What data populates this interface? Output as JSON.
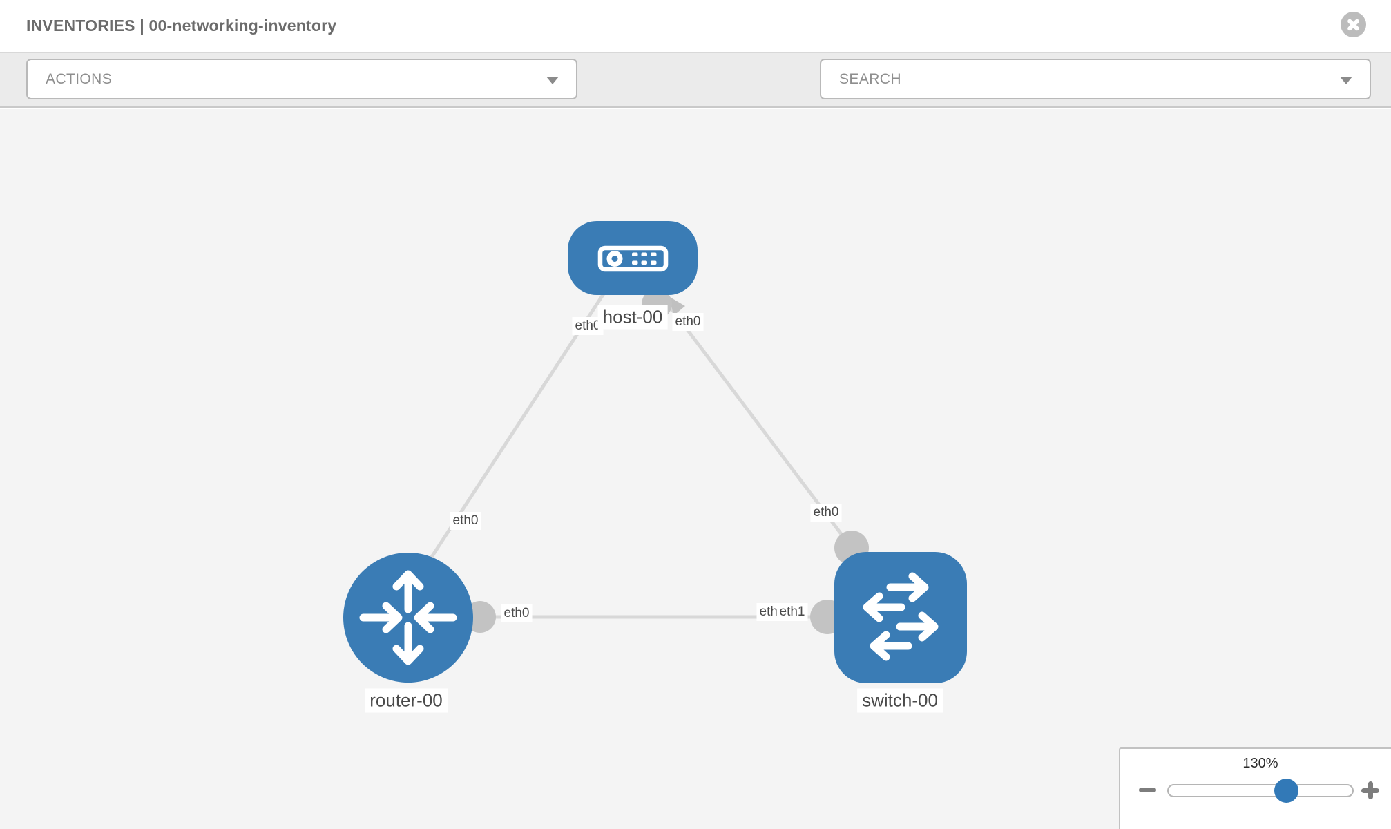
{
  "header": {
    "title": "INVENTORIES | 00-networking-inventory"
  },
  "toolbar": {
    "actions_dropdown": {
      "placeholder": "ACTIONS"
    },
    "search_dropdown": {
      "placeholder": "SEARCH"
    },
    "icons": [
      "wrench-icon",
      "key-icon"
    ]
  },
  "topology": {
    "nodes": [
      {
        "id": "host-00",
        "type": "host",
        "label": "host-00",
        "shape": "rounded-rectangle",
        "color": "#3a7cb5"
      },
      {
        "id": "router-00",
        "type": "router",
        "label": "router-00",
        "shape": "circle",
        "color": "#3a7cb5"
      },
      {
        "id": "switch-00",
        "type": "switch",
        "label": "switch-00",
        "shape": "rounded-square",
        "color": "#3a7cb5"
      }
    ],
    "links": [
      {
        "from": "host-00",
        "to": "router-00",
        "from_interface": "eth0",
        "to_interface": "eth0"
      },
      {
        "from": "host-00",
        "to": "switch-00",
        "from_interface": "eth0",
        "to_interface": "eth0"
      },
      {
        "from": "router-00",
        "to": "switch-00",
        "from_interface": "eth0",
        "to_interface": "eth1"
      }
    ],
    "interface_chips": [
      {
        "text": "eth0"
      },
      {
        "text": "eth0"
      },
      {
        "text": "eth0"
      },
      {
        "text": "eth0"
      },
      {
        "text": "eth0"
      },
      {
        "text": "eth0"
      },
      {
        "text": "eth1"
      }
    ]
  },
  "zoom_control": {
    "level": "130%"
  },
  "colors": {
    "node_blue": "#3a7cb5",
    "link_gray": "#d8d8d8",
    "connector_gray": "#c3c3c3",
    "knob_blue": "#3279b7",
    "toolbar_bg": "#ebebeb",
    "canvas_bg": "#f4f4f4"
  }
}
